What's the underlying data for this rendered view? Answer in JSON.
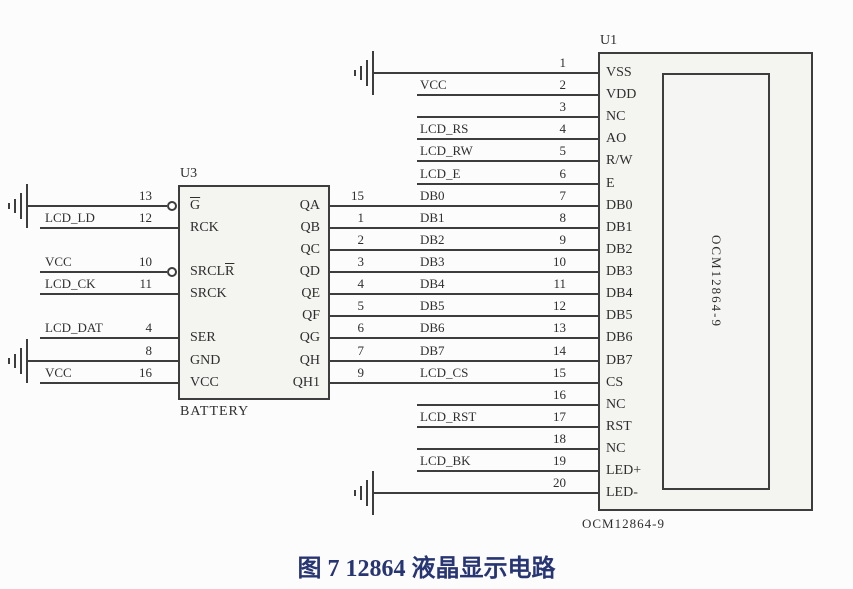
{
  "figure_caption": "图 7  12864 液晶显示电路",
  "colors": {
    "wire": "#3d3d3d",
    "chip_fill": "#f4f4f1",
    "text": "#2e2e2e",
    "caption": "#283573"
  },
  "u3": {
    "ref": "U3",
    "part": "BATTERY",
    "left_pins": [
      {
        "num": "13",
        "name": "G"
      },
      {
        "num": "12",
        "name": "RCK",
        "net": "LCD_LD"
      },
      {
        "num": "10",
        "name": "SRCL",
        "name_ov": "R",
        "net": "VCC"
      },
      {
        "num": "11",
        "name": "SRCK",
        "net": "LCD_CK"
      },
      {
        "num": "4",
        "name": "SER",
        "net": "LCD_DAT"
      },
      {
        "num": "8",
        "name": "GND"
      },
      {
        "num": "16",
        "name": "VCC",
        "net": "VCC"
      }
    ],
    "right_pins": [
      {
        "num": "15",
        "name": "QA"
      },
      {
        "num": "1",
        "name": "QB"
      },
      {
        "num": "2",
        "name": "QC"
      },
      {
        "num": "3",
        "name": "QD"
      },
      {
        "num": "4",
        "name": "QE"
      },
      {
        "num": "5",
        "name": "QF"
      },
      {
        "num": "6",
        "name": "QG"
      },
      {
        "num": "7",
        "name": "QH"
      },
      {
        "num": "9",
        "name": "QH1"
      }
    ]
  },
  "u1": {
    "ref": "U1",
    "part": "OCM12864-9",
    "display_text": "OCM12864-9",
    "pins": [
      {
        "num": "1",
        "name": "VSS"
      },
      {
        "num": "2",
        "name": "VDD",
        "net": "VCC"
      },
      {
        "num": "3",
        "name": "NC"
      },
      {
        "num": "4",
        "name": "AO",
        "net": "LCD_RS"
      },
      {
        "num": "5",
        "name": "R/W",
        "net": "LCD_RW"
      },
      {
        "num": "6",
        "name": "E",
        "net": "LCD_E"
      },
      {
        "num": "7",
        "name": "DB0",
        "net": "DB0"
      },
      {
        "num": "8",
        "name": "DB1",
        "net": "DB1"
      },
      {
        "num": "9",
        "name": "DB2",
        "net": "DB2"
      },
      {
        "num": "10",
        "name": "DB3",
        "net": "DB3"
      },
      {
        "num": "11",
        "name": "DB4",
        "net": "DB4"
      },
      {
        "num": "12",
        "name": "DB5",
        "net": "DB5"
      },
      {
        "num": "13",
        "name": "DB6",
        "net": "DB6"
      },
      {
        "num": "14",
        "name": "DB7",
        "net": "DB7"
      },
      {
        "num": "15",
        "name": "CS",
        "net": "LCD_CS"
      },
      {
        "num": "16",
        "name": "NC"
      },
      {
        "num": "17",
        "name": "RST",
        "net": "LCD_RST"
      },
      {
        "num": "18",
        "name": "NC"
      },
      {
        "num": "19",
        "name": "LED+",
        "net": "LCD_BK"
      },
      {
        "num": "20",
        "name": "LED-"
      }
    ]
  }
}
